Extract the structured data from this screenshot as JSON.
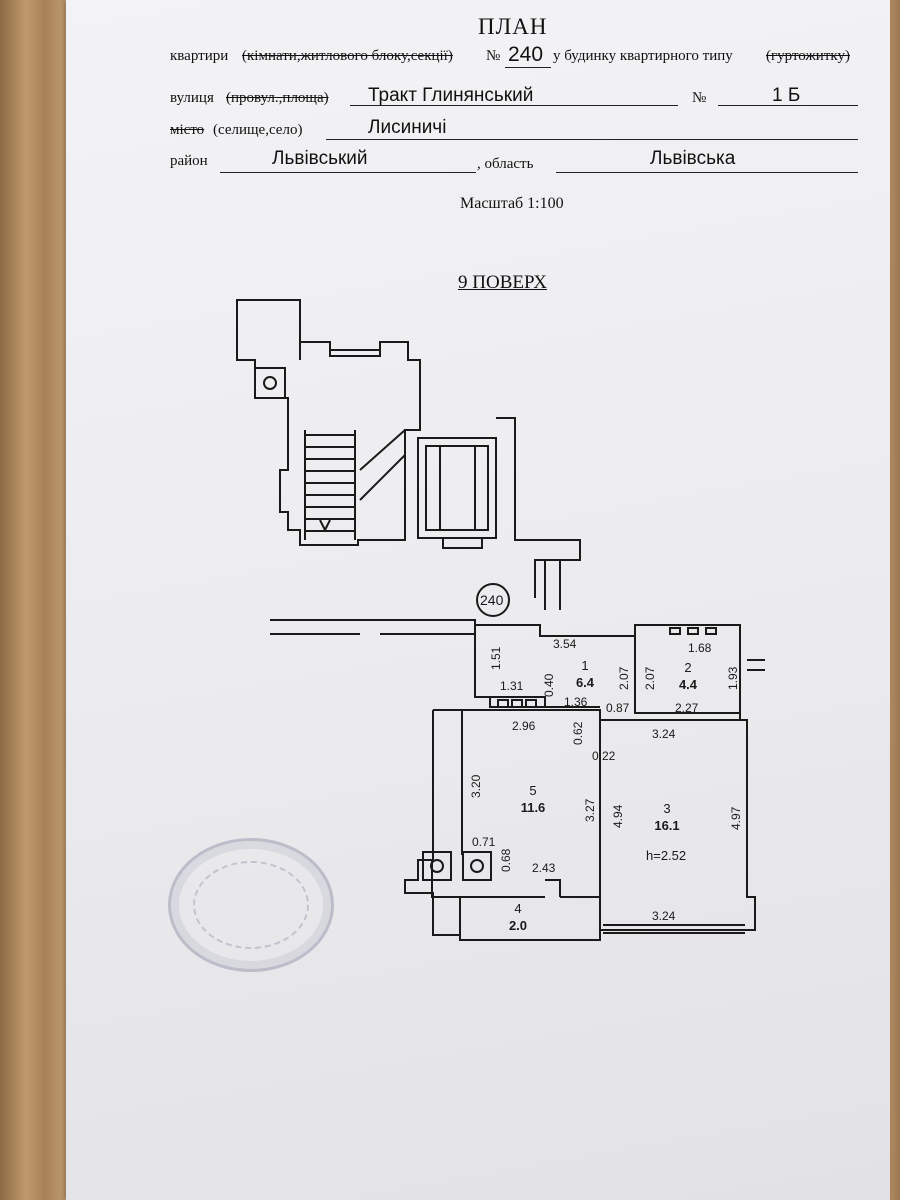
{
  "header": {
    "title": "ПЛАН",
    "line1": {
      "prefix": "квартири",
      "struck": "(кімнати,житлового блоку,секції)",
      "no_label": "№",
      "apartment_no": "240",
      "middle": "у будинку квартирного типу",
      "struck2": "(гуртожитку)"
    },
    "line2": {
      "label": "вулиця",
      "struck": "(провул.,площа)",
      "street": "Тракт Глинянський",
      "no_label": "№",
      "house_no": "1 Б"
    },
    "line3": {
      "struck": "місто",
      "label": "(селище,село)",
      "city": "Лисиничі"
    },
    "line4": {
      "label": "район",
      "district": "Львівський",
      "sep": ", область",
      "region": "Львівська"
    }
  },
  "scale": "Масштаб 1:100",
  "floor_title": "9 ПОВЕРХ",
  "plan": {
    "apartment_circle": "240",
    "rooms": [
      {
        "num": "1",
        "area": "6.4"
      },
      {
        "num": "2",
        "area": "4.4"
      },
      {
        "num": "3",
        "area": "16.1"
      },
      {
        "num": "4",
        "area": "2.0"
      },
      {
        "num": "5",
        "area": "11.6"
      }
    ],
    "height": "h=2.52",
    "dims": {
      "d354": "3.54",
      "d151": "1.51",
      "d131": "1.31",
      "d040": "0.40",
      "d136": "1.36",
      "d207a": "2.07",
      "d207b": "2.07",
      "d168": "1.68",
      "d193": "1.93",
      "d227": "2.27",
      "d087": "0.87",
      "d296": "2.96",
      "d062": "0.62",
      "d022": "0.22",
      "d324a": "3.24",
      "d320": "3.20",
      "d327": "3.27",
      "d494": "4.94",
      "d497": "4.97",
      "d071": "0.71",
      "d068": "0.68",
      "d243": "2.43",
      "d324b": "3.24"
    }
  },
  "colors": {
    "ink": "#1a1a1a",
    "paper": "#eeeef1",
    "stamp": "#6e6e8c"
  }
}
